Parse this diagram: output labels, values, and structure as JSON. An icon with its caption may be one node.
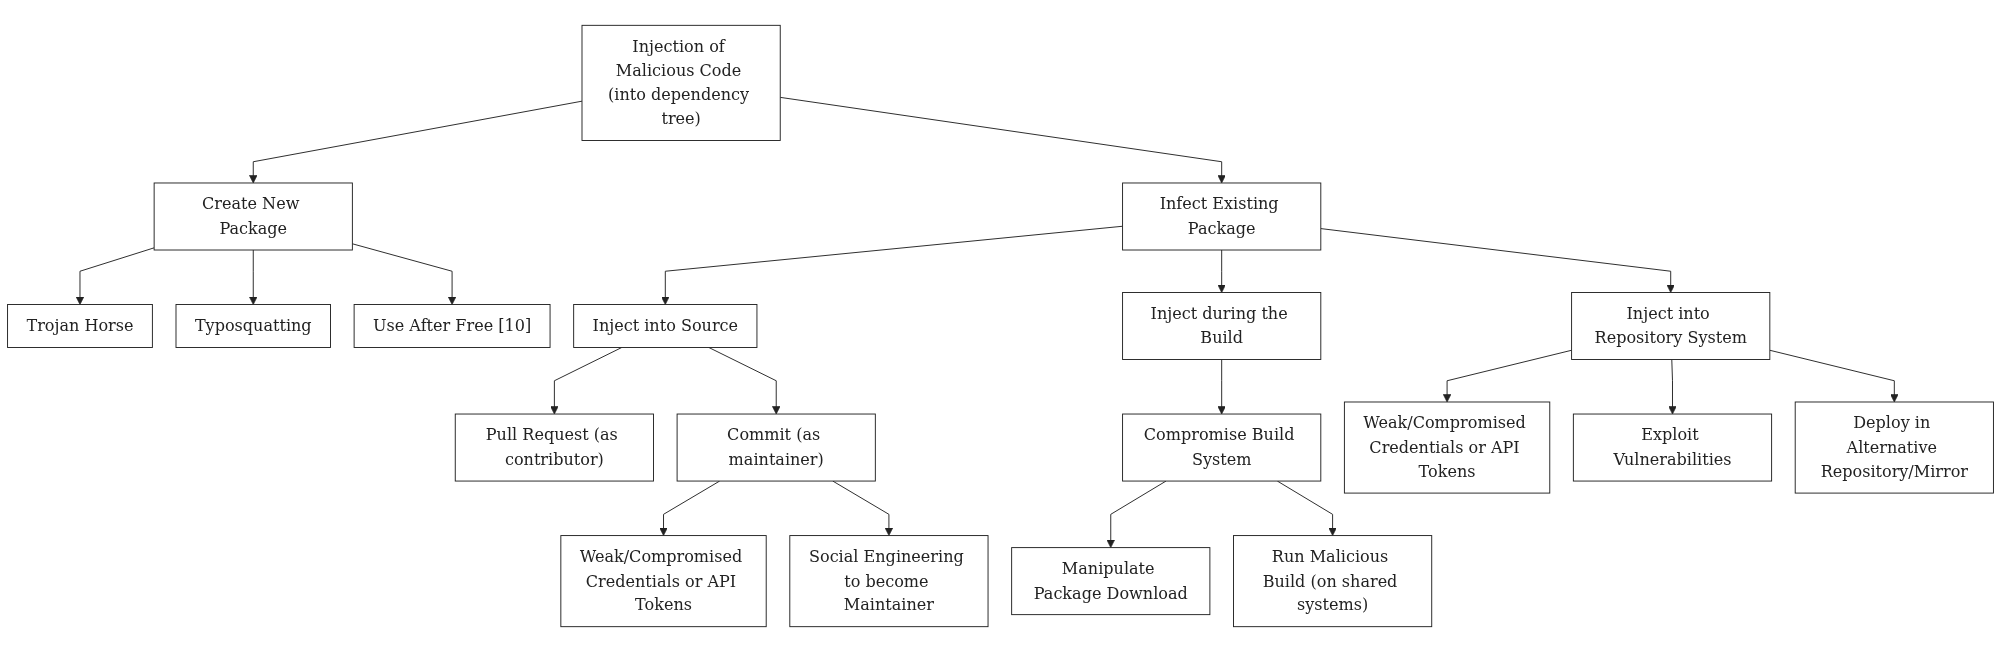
{
  "diagram": {
    "nodes": [
      {
        "text": [
          "Injection of Malicious Code (into dependency tree)"
        ]
      },
      {
        "text": [
          "Create New Package"
        ]
      },
      {
        "text": [
          "Infect Existing Package"
        ]
      },
      {
        "text": [
          "Trojan Horse"
        ]
      },
      {
        "text": [
          "Typosquatting"
        ]
      },
      {
        "text": [
          "Use After Free [10]"
        ]
      },
      {
        "text": [
          "Inject into Source"
        ]
      },
      {
        "text": [
          "Inject during the Build"
        ]
      },
      {
        "text": [
          "Inject into Repository System"
        ]
      },
      {
        "text": [
          "Pull Request (as contributor)"
        ]
      },
      {
        "text": [
          "Commit (as maintainer)"
        ]
      },
      {
        "text": [
          "Compromise Build System"
        ]
      },
      {
        "text": [
          "Weak/Compromised Credentials or API Tokens"
        ]
      },
      {
        "text": [
          "Exploit Vulnerabilities"
        ]
      },
      {
        "text": [
          "Deploy in Alternative Repository/Mirror"
        ]
      },
      {
        "text": [
          "Weak/Compromised Credentials or API Tokens"
        ]
      },
      {
        "text": [
          "Social Engineering to become Maintainer"
        ]
      },
      {
        "text": [
          "Manipulate Package Download"
        ]
      },
      {
        "text": [
          "Run Malicious Build (on shared systems)"
        ]
      }
    ],
    "edges": [
      {
        "from": 0,
        "to": 1,
        "arrow": "to"
      },
      {
        "from": 0,
        "to": 2,
        "arrow": "to"
      },
      {
        "from": 1,
        "to": 3,
        "arrow": "to"
      },
      {
        "from": 1,
        "to": 4,
        "arrow": "to"
      },
      {
        "from": 1,
        "to": 5,
        "arrow": "to"
      },
      {
        "from": 2,
        "to": 6,
        "arrow": "to"
      },
      {
        "from": 2,
        "to": 7,
        "arrow": "to"
      },
      {
        "from": 2,
        "to": 8,
        "arrow": "to"
      },
      {
        "from": 6,
        "to": 9,
        "arrow": "to"
      },
      {
        "from": 6,
        "to": 10,
        "arrow": "to"
      },
      {
        "from": 7,
        "to": 11,
        "arrow": "to"
      },
      {
        "from": 8,
        "to": 12,
        "arrow": "to"
      },
      {
        "from": 8,
        "to": 13,
        "arrow": "to"
      },
      {
        "from": 8,
        "to": 14,
        "arrow": "to"
      },
      {
        "from": 10,
        "to": 15,
        "arrow": "to"
      },
      {
        "from": 10,
        "to": 16,
        "arrow": "to"
      },
      {
        "from": 11,
        "to": 17,
        "arrow": "to"
      },
      {
        "from": 11,
        "to": 18,
        "arrow": "to"
      }
    ]
  }
}
